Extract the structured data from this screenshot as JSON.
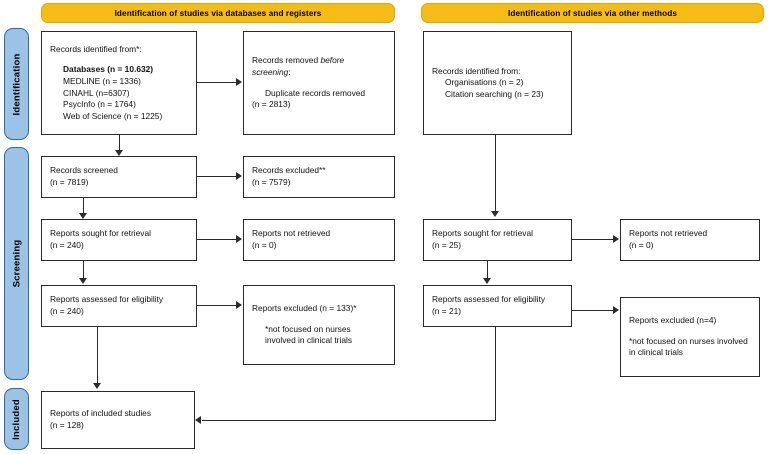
{
  "diagram": {
    "title": "PRISMA 2020 flow diagram",
    "accent_yellow": "#F5BC15",
    "accent_blue": "#9CC3E5",
    "border_color": "#2b2b2b"
  },
  "phases": [
    {
      "key": "identification",
      "label": "Identification"
    },
    {
      "key": "screening",
      "label": "Screening"
    },
    {
      "key": "included",
      "label": "Included"
    }
  ],
  "headers": {
    "left": "Identification of studies via databases and registers",
    "right": "Identification of studies via other methods"
  },
  "left_column": {
    "records_identified": {
      "l1": "Records identified from*:",
      "l2": "Databases (n = 10.632)",
      "l3": "MEDLINE (n = 1336)",
      "l4": "CINAHL (n=6307)",
      "l5": "PsycInfo (n = 1764)",
      "l6": "Web of Science (n = 1225)"
    },
    "records_removed": {
      "l1": "Records removed ",
      "l1_italic": "before",
      "l2_italic": "screening",
      "l2_tail": ":",
      "l3": "Duplicate records removed",
      "l4": "(n = 2813)"
    },
    "records_screened": {
      "l1": "Records screened",
      "l2": "(n = 7819)"
    },
    "records_excluded": {
      "l1": "Records excluded**",
      "l2": "(n = 7579)"
    },
    "reports_sought": {
      "l1": "Reports sought for retrieval",
      "l2": "(n = 240)"
    },
    "reports_not_retrieved": {
      "l1": "Reports not retrieved",
      "l2": "(n = 0)"
    },
    "reports_assessed": {
      "l1": "Reports assessed for eligibility",
      "l2": "(n = 240)"
    },
    "reports_excluded": {
      "l1": "Reports excluded (n = 133)*",
      "l2": "*not focused on nurses",
      "l3": "involved in clinical trials"
    }
  },
  "right_column": {
    "records_identified": {
      "l1": "Records identified from:",
      "l2": "Organisations (n = 2)",
      "l3": "Citation searching (n = 23)"
    },
    "reports_sought": {
      "l1": "Reports sought for retrieval",
      "l2": "(n = 25)"
    },
    "reports_not_retrieved": {
      "l1": "Reports not retrieved",
      "l2": "(n = 0)"
    },
    "reports_assessed": {
      "l1": "Reports assessed for eligibility",
      "l2": "(n = 21)"
    },
    "reports_excluded": {
      "l1": "Reports excluded (n=4)",
      "l2": "*not focused on nurses involved",
      "l3": "in clinical trials"
    }
  },
  "included": {
    "reports_included": {
      "l1": "Reports of included studies",
      "l2": "(n = 128)"
    }
  }
}
